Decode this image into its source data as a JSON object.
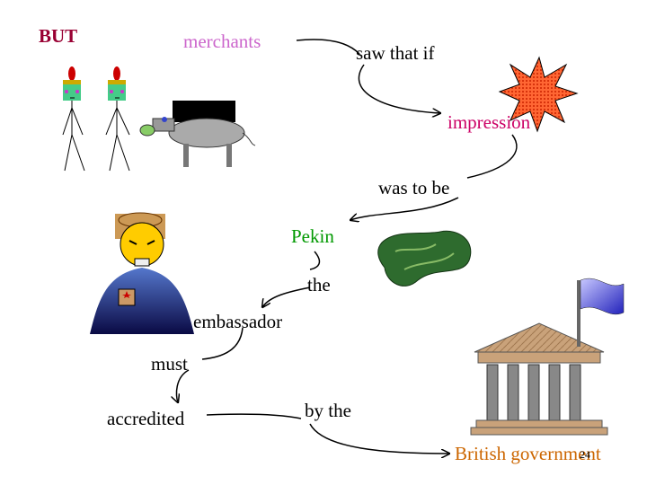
{
  "slide": {
    "but": "BUT",
    "merchants": "merchants",
    "saw_that_if": "saw that if",
    "impression": "impression",
    "was_to_be": "was to be",
    "pekin": "Pekin",
    "the": "the",
    "embassador": "embassador",
    "must": "must",
    "accredited": "accredited",
    "by_the": "by the",
    "british_government": "British government",
    "page_number": "24"
  },
  "colors": {
    "but": "#990033",
    "merchants": "#cc66cc",
    "impression": "#cc0066",
    "pekin": "#009900",
    "british_government": "#cc6600",
    "default_text": "#000000"
  }
}
